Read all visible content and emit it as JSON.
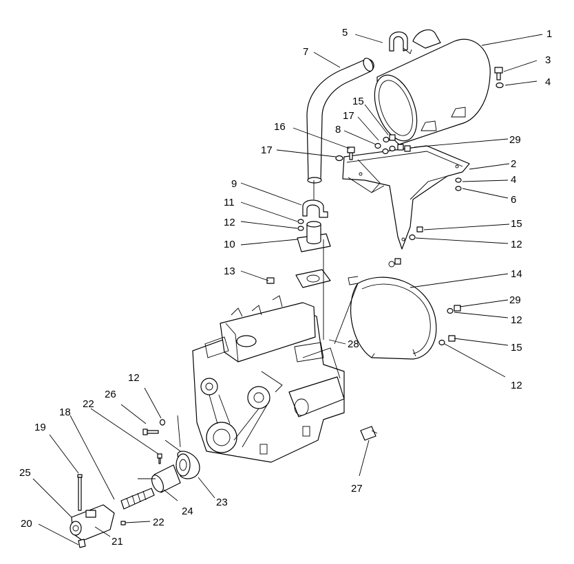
{
  "callouts": [
    {
      "id": "c1",
      "text": "1"
    },
    {
      "id": "c3",
      "text": "3"
    },
    {
      "id": "c4a",
      "text": "4"
    },
    {
      "id": "c5",
      "text": "5"
    },
    {
      "id": "c7",
      "text": "7"
    },
    {
      "id": "c15a",
      "text": "15"
    },
    {
      "id": "c17a",
      "text": "17"
    },
    {
      "id": "c16",
      "text": "16"
    },
    {
      "id": "c8",
      "text": "8"
    },
    {
      "id": "c17b",
      "text": "17"
    },
    {
      "id": "c29a",
      "text": "29"
    },
    {
      "id": "c2",
      "text": "2"
    },
    {
      "id": "c4b",
      "text": "4"
    },
    {
      "id": "c6",
      "text": "6"
    },
    {
      "id": "c9",
      "text": "9"
    },
    {
      "id": "c11",
      "text": "11"
    },
    {
      "id": "c12a",
      "text": "12"
    },
    {
      "id": "c10",
      "text": "10"
    },
    {
      "id": "c15b",
      "text": "15"
    },
    {
      "id": "c12b",
      "text": "12"
    },
    {
      "id": "c13",
      "text": "13"
    },
    {
      "id": "c14",
      "text": "14"
    },
    {
      "id": "c29b",
      "text": "29"
    },
    {
      "id": "c12c",
      "text": "12"
    },
    {
      "id": "c15c",
      "text": "15"
    },
    {
      "id": "c28",
      "text": "28"
    },
    {
      "id": "c12d",
      "text": "12"
    },
    {
      "id": "c12e",
      "text": "12"
    },
    {
      "id": "c26",
      "text": "26"
    },
    {
      "id": "c22a",
      "text": "22"
    },
    {
      "id": "c18",
      "text": "18"
    },
    {
      "id": "c19",
      "text": "19"
    },
    {
      "id": "c25",
      "text": "25"
    },
    {
      "id": "c24",
      "text": "24"
    },
    {
      "id": "c23",
      "text": "23"
    },
    {
      "id": "c22b",
      "text": "22"
    },
    {
      "id": "c20",
      "text": "20"
    },
    {
      "id": "c21",
      "text": "21"
    },
    {
      "id": "c27",
      "text": "27"
    }
  ]
}
